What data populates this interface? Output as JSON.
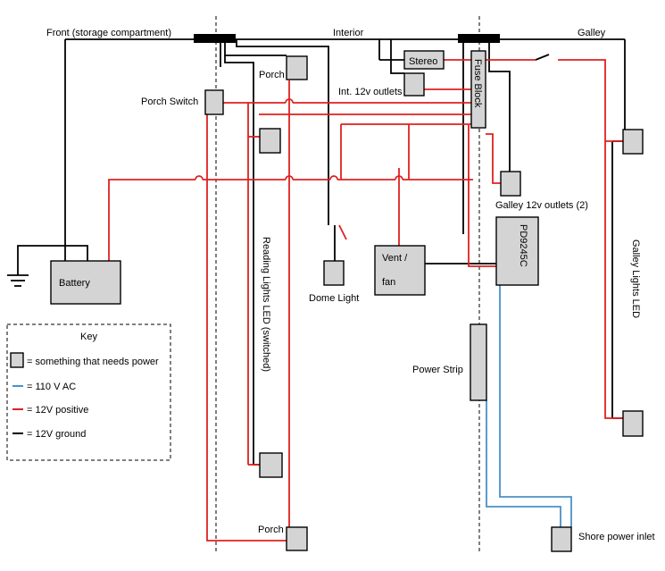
{
  "labels": {
    "front": "Front (storage compartment)",
    "interior": "Interior",
    "galley": "Galley",
    "porch_top": "Porch",
    "porch_switch": "Porch Switch",
    "stereo": "Stereo",
    "int_outlets": "Int. 12v outlets",
    "fuse_block": "Fuse Block",
    "galley_outlets": "Galley 12v outlets (2)",
    "pd9245c": "PD9245C",
    "galley_lights": "Galley Lights LED",
    "reading_lights": "Reading Lights LED (switched)",
    "battery": "Battery",
    "dome_light": "Dome Light",
    "vent_line1": "Vent /",
    "vent_line2": "fan",
    "power_strip": "Power Strip",
    "porch_bottom": "Porch",
    "shore_power": "Shore power inlet"
  },
  "key": {
    "title": "Key",
    "items": [
      {
        "label": "= something that needs power",
        "kind": "box"
      },
      {
        "label": "= 110 V AC",
        "kind": "line",
        "color": "#4a90c8"
      },
      {
        "label": "= 12V positive",
        "kind": "line",
        "color": "#e02020"
      },
      {
        "label": "= 12V ground",
        "kind": "line",
        "color": "#000000"
      }
    ]
  },
  "colors": {
    "ac_110v": "#4a90c8",
    "positive_12v": "#e02020",
    "ground_12v": "#000000",
    "component_fill": "#d4d4d4"
  }
}
